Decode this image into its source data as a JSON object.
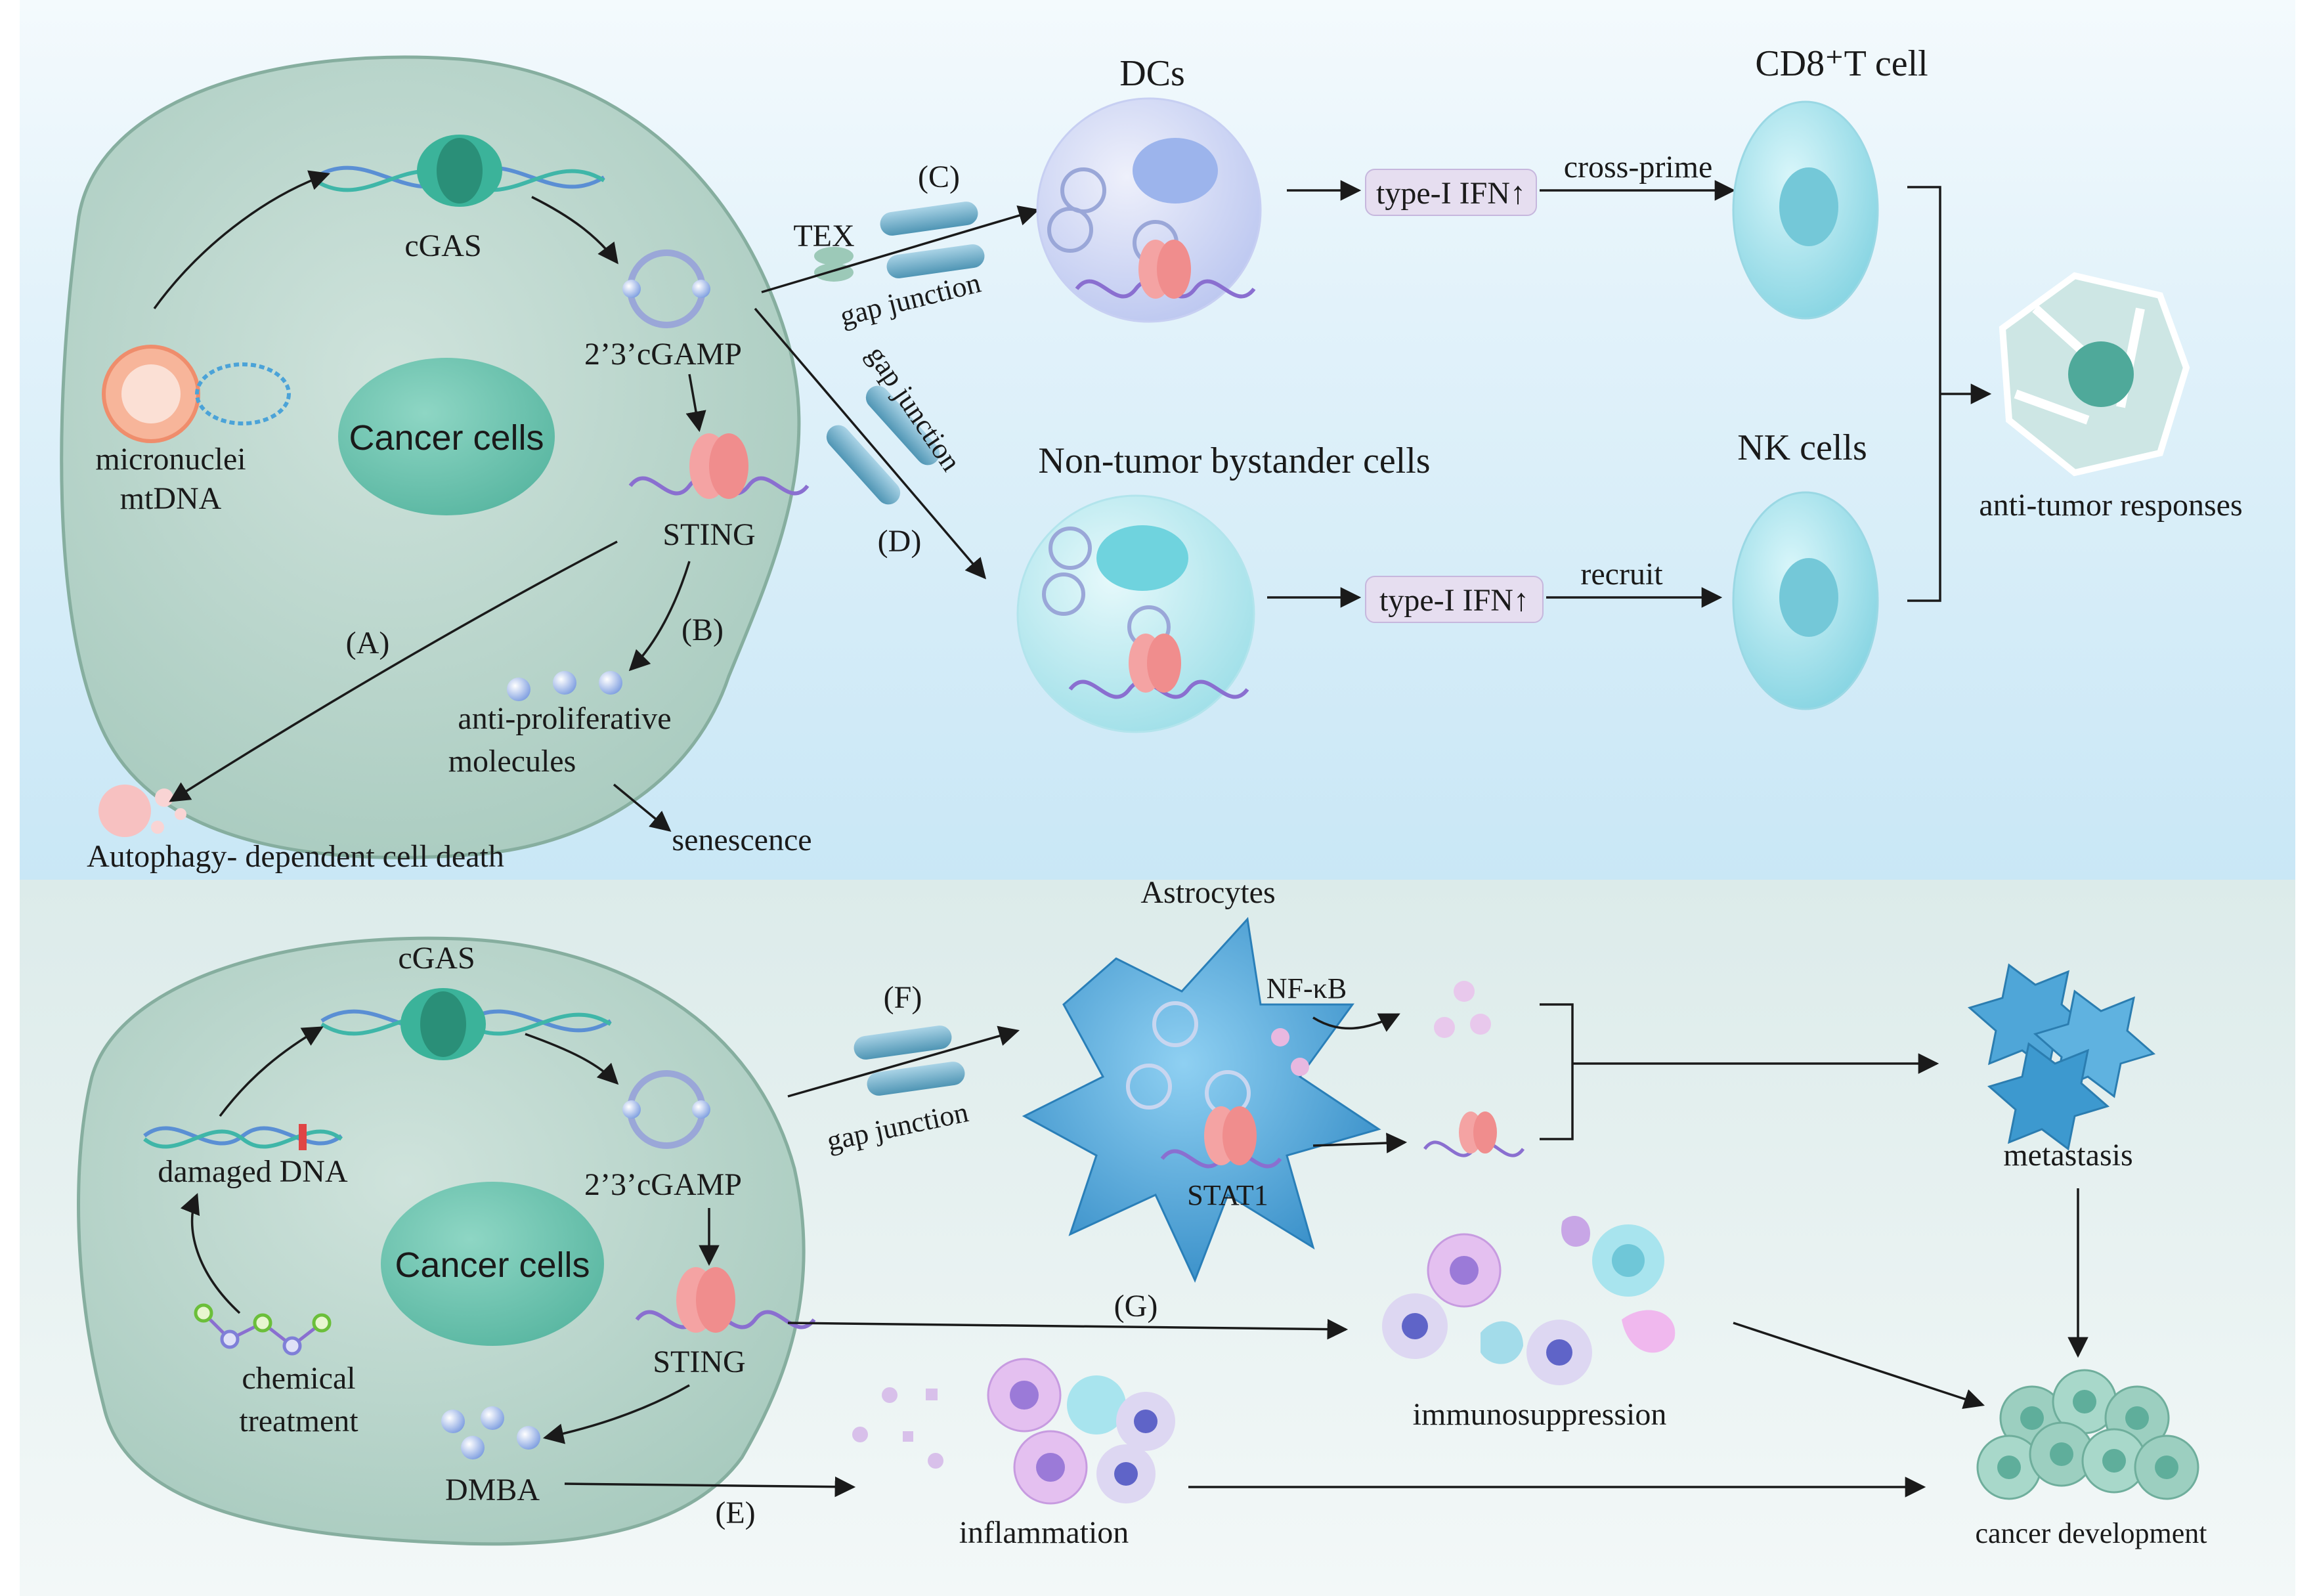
{
  "top": {
    "cancer_cell_label": "Cancer cells",
    "cgas_label": "cGAS",
    "cgamp_label": "2’3’cGAMP",
    "sting_label": "STING",
    "micronuclei_label": "micronuclei",
    "mtdna_label": "mtDNA",
    "label_a": "(A)",
    "label_b": "(B)",
    "label_c": "(C)",
    "label_d": "(D)",
    "anti_prolif_line1": "anti-proliferative",
    "anti_prolif_line2": "molecules",
    "autophagy_label": "Autophagy- dependent cell death",
    "senescence_label": "senescence",
    "tex_label": "TEX",
    "gap_junction_label": "gap junction",
    "dcs_label": "DCs",
    "bystander_label": "Non-tumor bystander cells",
    "ifn_label_1": "type-I IFN↑",
    "ifn_label_2": "type-I IFN↑",
    "cross_prime_label": "cross-prime",
    "recruit_label": "recruit",
    "cd8_label": "CD8⁺T cell",
    "nk_label": "NK cells",
    "anti_tumor_label": "anti-tumor responses"
  },
  "bottom": {
    "cancer_cell_label": "Cancer cells",
    "cgas_label": "cGAS",
    "cgamp_label": "2’3’cGAMP",
    "sting_label": "STING",
    "damaged_dna_label": "damaged DNA",
    "chemical_line1": "chemical",
    "chemical_line2": "treatment",
    "dmba_label": "DMBA",
    "label_e": "(E)",
    "label_f": "(F)",
    "label_g": "(G)",
    "gap_junction_label": "gap junction",
    "astrocytes_label": "Astrocytes",
    "nfkb_label": "NF-κB",
    "stat1_label": "STAT1",
    "metastasis_label": "metastasis",
    "immunosuppression_label": "immunosuppression",
    "inflammation_label": "inflammation",
    "cancer_dev_label": "cancer development"
  },
  "colors": {
    "cell_fill": "#b9d6cc",
    "cell_stroke": "#8fb5a7",
    "nucleus_fill": "#6cc0ad",
    "top_panel_bg": "#d8effa",
    "bottom_panel_bg": "#e3efee",
    "immune_cell_fill": "#a8e4ee",
    "ifn_box_fill": "#e6def0",
    "sting_pink": "#f4a3a3",
    "dna_purple": "#8a6fd0"
  }
}
